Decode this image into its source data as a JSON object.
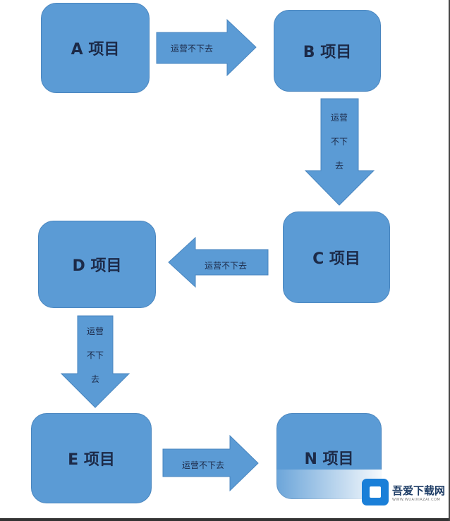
{
  "colors": {
    "box": "#5b9bd5",
    "text": "#1c2a48"
  },
  "nodes": [
    {
      "id": "A",
      "label": "A 项目"
    },
    {
      "id": "B",
      "label": "B 项目"
    },
    {
      "id": "C",
      "label": "C 项目"
    },
    {
      "id": "D",
      "label": "D 项目"
    },
    {
      "id": "E",
      "label": "E 项目"
    },
    {
      "id": "N",
      "label": "N 项目"
    }
  ],
  "edges": [
    {
      "from": "A",
      "to": "B",
      "label": "运营不下去"
    },
    {
      "from": "B",
      "to": "C",
      "label_lines": [
        "运营",
        "不下",
        "去"
      ]
    },
    {
      "from": "C",
      "to": "D",
      "label": "运营不下去"
    },
    {
      "from": "D",
      "to": "E",
      "label_lines": [
        "运营",
        "不下",
        "去"
      ]
    },
    {
      "from": "E",
      "to": "N",
      "label": "运营不下去"
    }
  ],
  "watermark": {
    "name": "吾爱下载网",
    "url": "WWW.WUAIXIAZAI.COM"
  }
}
